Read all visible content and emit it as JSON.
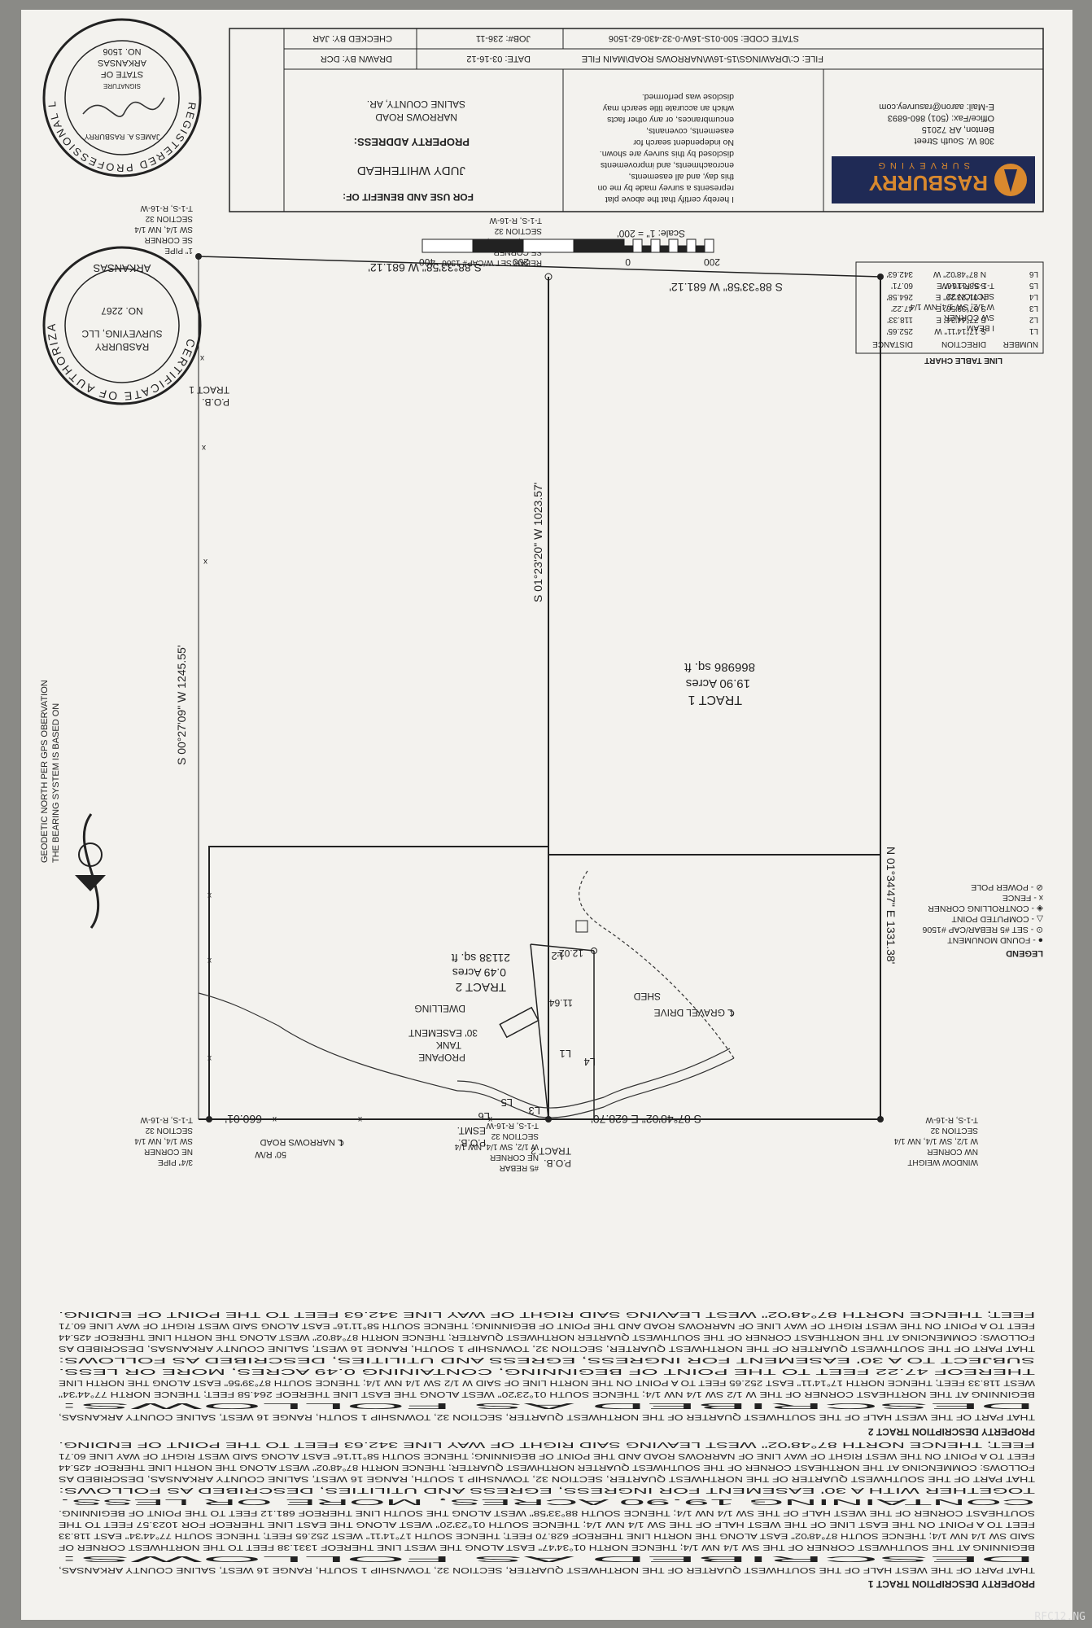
{
  "descriptions": {
    "tract1": {
      "heading": "PROPERTY DESCRIPTION TRACT 1",
      "lines": [
        "THAT PART OF THE WEST HALF OF THE SOUTHWEST QUARTER OF THE NORTHWEST QUARTER, SECTION 32, TOWNSHIP 1 SOUTH, RANGE 16 WEST, SALINE COUNTY ARKANSAS,",
        "DESCRIBED AS FOLLOWS:",
        "BEGINNING AT THE SOUTHWEST CORNER OF THE SW 1/4 NW 1/4; THENCE NORTH 01°34'47\" EAST ALONG THE WEST LINE THEREOF 1331.38 FEET TO THE NORTHWEST CORNER OF",
        "SAID SW 1/4 NW 1/4; THENCE SOUTH 87°48'02\" EAST ALONG THE NORTH LINE THEREOF 628.70 FEET; THENCE SOUTH 17°14'11\" WEST 252.65 FEET; THENCE SOUTH 77°44'34\" EAST 118.33",
        "FEET TO A POINT ON THE EAST LINE OF THE WEST HALF OF THE SW 1/4 NW 1/4; THENCE SOUTH 01°23'20\" WEST ALONG THE EAST LINE THEREOF FOR 1023.57 FEET TO THE",
        "SOUTHEAST CORNER OF THE WEST HALF OF THE SW 1/4 NW 1/4; THENCE SOUTH 88°33'58\" WEST ALONG THE SOUTH LINE THEREOF 681.12 FEET TO THE POINT OF BEGINNING.",
        "CONTAINING 19.90 ACRES, MORE OR LESS.",
        "TOGETHER WITH A 30' EASEMENT FOR INGRESS, EGRESS AND UTILITIES, DESCRIBED AS FOLLOWS:",
        "THAT PART OF THE SOUTHWEST QUARTER OF THE NORTHWEST QUARTER, SECTION 32, TOWNSHIP 1 SOUTH, RANGE 16 WEST, SALINE COUNTY ARKANSAS, DESCRIBED AS",
        "FOLLOWS: COMMENCING AT THE NORTHEAST CORNER OF THE SOUTHWEST QUARTER NORTHWEST QUARTER; THENCE NORTH 87°48'02\" WEST ALONG THE NORTH LINE THEREOF 425.44",
        "FEET TO A POINT ON THE WEST RIGHT OF WAY LINE OF NARROWS ROAD AND THE POINT OF BEGINNING; THENCE SOUTH 58°11'16\" EAST ALONG SAID WEST RIGHT OF WAY LINE 60.71",
        "FEET; THENCE NORTH 87°48'02\" WEST LEAVING SAID RIGHT OF WAY LINE 342.63 FEET TO THE POINT OF ENDING."
      ]
    },
    "tract2": {
      "heading": "PROPERTY DESCRIPTION TRACT 2",
      "lines": [
        "THAT PART OF THE WEST HALF OF THE SOUTHWEST QUARTER OF THE NORTHWEST QUARTER, SECTION 32, TOWNSHIP 1 SOUTH, RANGE 16 WEST, SALINE COUNTY ARKANSAS,",
        "DESCRIBED AS FOLLOWS:",
        "BEGINNING AT THE NORTHEAST CORNER OF THE W 1/2 SW 1/4 NW 1/4; THENCE SOUTH 01°23'20\" WEST ALONG THE EAST LINE THEREOF 264.58 FEET; THENCE NORTH 77°44'34\"",
        "WEST 118.33 FEET; THENCE NORTH 17°14'11\" EAST 252.65 FEET TO A POINT ON THE NORTH LINE OF SAID W 1/2 SW 1/4 NW 1/4; THENCE SOUTH 87°39'56\" EAST ALONG THE NORTH LINE",
        "THEREOF 47.22 FEET TO THE POINT OF BEGINNING, CONTAINING 0.49 ACRES, MORE OR LESS.",
        "SUBJECT TO A 30' EASEMENT FOR INGRESS, EGRESS AND UTILITIES, DESCRIBED AS FOLLOWS:",
        "THAT PART OF THE SOUTHWEST QUARTER OF THE NORTHWEST QUARTER, SECTION 32, TOWNSHIP 1 SOUTH, RANGE 16 WEST, SALINE COUNTY ARKANSAS, DESCRIBED AS",
        "FOLLOWS: COMMENCING AT THE NORTHEAST CORNER OF THE SOUTHWEST QUARTER NORTHWEST QUARTER; THENCE NORTH 87°48'02\" WEST ALONG THE NORTH LINE THEREOF 425.44",
        "FEET TO A POINT ON THE WEST RIGHT OF WAY LINE OF NARROWS ROAD AND THE POINT OF BEGINNING; THENCE SOUTH 58°11'16\" EAST ALONG SAID WEST RIGHT OF WAY LINE 60.71",
        "FEET; THENCE NORTH 87°48'02\" WEST LEAVING SAID RIGHT OF WAY LINE 342.63 FEET TO THE POINT OF ENDING."
      ]
    }
  },
  "plat": {
    "north_line": "S 87°48'02\" E 628.70'",
    "west_line": "N 01°34'47\" E 1331.38'",
    "east_line": "S 01°23'20\" W 1023.57'",
    "south_line_inner": "S 88°33'58\" W 681.12'",
    "south_line_outer": "S 88°33'58\" W 681.12'",
    "far_east_line": "S 00°27'09\" W 1245.55'",
    "top_dim": "660.01'",
    "tract1": {
      "name": "TRACT 1",
      "acres": "19.90 Acres",
      "sqft": "866986 sq. ft"
    },
    "tract2": {
      "name": "TRACT 2",
      "acres": "0.49 Acres",
      "sqft": "21138 sq. ft"
    },
    "dim_1202": "12.02'",
    "dim_1164": "11.64'",
    "labels": {
      "propane": [
        "PROPANE",
        "TANK"
      ],
      "gravel": "℄ GRAVEL DRIVE",
      "easement": "30' EASEMENT",
      "dwelling": "DWELLING",
      "shed": "SHED",
      "road": "℄ NARROWS ROAD",
      "row": "50' R/W",
      "pob_tract2": [
        "P.O.B.",
        "TRACT 2"
      ],
      "pob_esmt": [
        "P.O.B.",
        "ESMT."
      ],
      "pob_tract1": [
        "P.O.B.",
        "TRACT 1"
      ],
      "L1": "L1",
      "L2": "L2",
      "L3": "L3",
      "L4": "L4",
      "L5": "L5",
      "L6": "L6"
    },
    "corners": {
      "nw": [
        "WINDOW WEIGHT",
        "NW CORNER",
        "W 1/2, SW 1/4, NW 1/4",
        "SECTION 32",
        "T-1-S, R-16-W"
      ],
      "ne_rebar": [
        "#5 REBAR",
        "NE CORNER",
        "W 1/2, SW 1/4, NW 1/4",
        "SECTION 32",
        "T-1-S, R-16-W"
      ],
      "ne_pipe": [
        "3/4\" PIPE",
        "NE CORNER",
        "SW 1/4, NW 1/4",
        "SECTION 32",
        "T-1-S, R-16-W"
      ],
      "sw": [
        "I BEAM",
        "SW CORNER",
        "W 1/2, SW 1/4, NW 1/4",
        "SECTION 32",
        "T-1-S, R-16-W"
      ],
      "se_rebar": [
        "REBAR SET W/CAP# 1506",
        "SE CORNER",
        "W 1/2, SW 1/4, NW 1/4",
        "SECTION 32",
        "T-1-S, R-16-W"
      ],
      "se_pipe": [
        "1\" PIPE",
        "SE CORNER",
        "SW 1/4, NW 1/4",
        "SECTION 32",
        "T-1-S, R-16-W"
      ]
    },
    "bearing_note": [
      "THE BEARING SYSTEM IS BASED ON",
      "GEODETIC NORTH PER GPS OBERVATION"
    ]
  },
  "legend": {
    "title": "LEGEND",
    "items": [
      "● - FOUND MONUMENT",
      "⊙ - SET #5 REBAR/CAP #1506",
      "△ - COMPUTED POINT",
      "◈ - CONTROLLING CORNER",
      "x - FENCE",
      "⊘ - POWER POLE"
    ]
  },
  "line_table": {
    "title": "LINE TABLE CHART",
    "headers": [
      "NUMBER",
      "DIRECTION",
      "DISTANCE"
    ],
    "rows": [
      [
        "L1",
        "S 17°14'11\" W",
        "252.65'"
      ],
      [
        "L2",
        "S 77°44'34\" E",
        "118.33'"
      ],
      [
        "L3",
        "S 87°39'56\" E",
        "47.22'"
      ],
      [
        "L4",
        "N 01°23'20\" E",
        "264.58'"
      ],
      [
        "L5",
        "S 58°11'16\" E",
        "60.71'"
      ],
      [
        "L6",
        "N 87°48'02\" W",
        "342.63'"
      ]
    ]
  },
  "scale": {
    "ticks": [
      "200",
      "0",
      "200",
      "400"
    ],
    "text": "Scale: 1\" = 200'"
  },
  "seals": {
    "authorization": {
      "ring": "CERTIFICATE OF AUTHORIZATION",
      "lines": [
        "RASBURRY",
        "SURVEYING, LLC",
        "NO. 2267",
        "ARKANSAS"
      ]
    },
    "surveyor": {
      "ring": "REGISTERED PROFESSIONAL LAND SURVEYOR",
      "name": "JAMES A. RASBURRY",
      "lines": [
        "SIGNATURE",
        "STATE OF",
        "ARKANSAS",
        "NO. 1506"
      ]
    }
  },
  "title_block": {
    "certification": [
      "I hereby certify that the above plat",
      "represents a survey made by me on",
      "this day, and all easements,",
      "encroachments, and improvements",
      "disclosed by this survey are shown.",
      "No independent search for",
      "easements, covenants,",
      "encumbrances, or any other facts",
      "which an accurate title search may",
      "disclose was performed."
    ],
    "for_use": "FOR USE AND BENEFIT OF:",
    "client": "JUDY WHITEHEAD",
    "property_address_label": "PROPERTY ADDRESS:",
    "property_address": [
      "NARROWS ROAD",
      "SALINE COUNTY, AR."
    ],
    "company": {
      "name": "RASBURRY",
      "sub": "SURVEYING",
      "address": [
        "308 W. South Street",
        "Benton, AR 72015",
        "Office/Fax: (501) 860-6893",
        "E-Mail: aaron@rasurvey.com"
      ]
    },
    "file": "FILE: C:\\DRAWINGS\\15-16W\\NARROWS ROAD\\MAIN FILE",
    "state_code": "STATE CODE: 500-01S-16W-0-32-430-62-1506",
    "date": "DATE: 03-16-12",
    "job": "JOB#: 236-11",
    "drawn_by": "DRAWN BY: DCR",
    "checked_by": "CHECKED BY: JAR"
  },
  "watermark": "RFC12.NG",
  "colors": {
    "paper": "#f3f2ee",
    "ink": "#222222",
    "logo_navy": "#1f2a55",
    "logo_orange": "#d9892e"
  }
}
